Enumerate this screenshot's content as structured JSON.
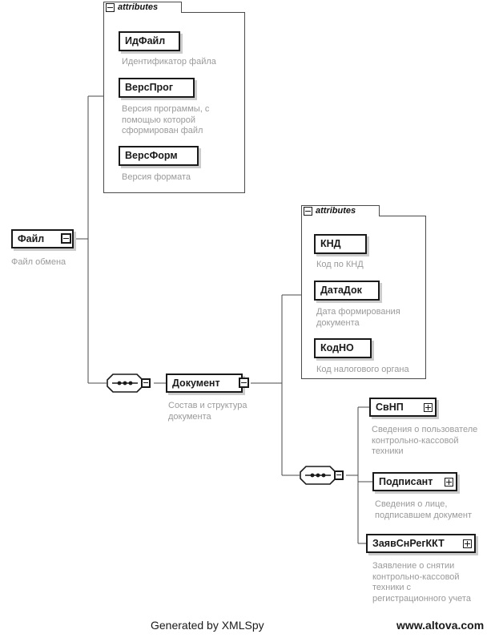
{
  "diagram": {
    "type": "xml-schema-tree",
    "generator": "XMLSpy",
    "root": {
      "name": "Файл",
      "annotation": "Файл обмена",
      "toggle": "minus"
    },
    "attribute_groups": [
      {
        "id": "file-attributes",
        "tab_label": "attributes",
        "toggle": "minus",
        "items": [
          {
            "name": "ИдФайл",
            "annotation": "Идентификатор файла"
          },
          {
            "name": "ВерсПрог",
            "annotation": "Версия программы, с\nпомощью которой\nсформирован файл"
          },
          {
            "name": "ВерсФорм",
            "annotation": "Версия формата"
          }
        ]
      },
      {
        "id": "document-attributes",
        "tab_label": "attributes",
        "toggle": "minus",
        "items": [
          {
            "name": "КНД",
            "annotation": "Код по КНД"
          },
          {
            "name": "ДатаДок",
            "annotation": "Дата формирования\nдокумента"
          },
          {
            "name": "КодНО",
            "annotation": "Код налогового органа"
          }
        ]
      }
    ],
    "elements": [
      {
        "name": "Документ",
        "annotation": "Состав и структура\nдокумента",
        "toggle": "minus"
      },
      {
        "name": "СвНП",
        "annotation": "Сведения о пользователе\nконтрольно-кассовой\nтехники",
        "toggle": "plus"
      },
      {
        "name": "Подписант",
        "annotation": "Сведения о лице,\nподписавшем документ",
        "toggle": "plus"
      },
      {
        "name": "ЗаявСнРегККТ",
        "annotation": "Заявление о снятии\nконтрольно-кассовой\nтехники с\nрегистрационного учета",
        "toggle": "plus"
      }
    ],
    "compositors": [
      {
        "id": "sequence-file",
        "kind": "sequence"
      },
      {
        "id": "sequence-document",
        "kind": "sequence"
      }
    ]
  },
  "footer": {
    "left": "Generated by XMLSpy",
    "right": "www.altova.com"
  },
  "colors": {
    "line": "#4a4a4a",
    "node_border": "#1a1a1a",
    "annotation_text": "#9a9a9a",
    "shadow": "#cccccc",
    "background": "#ffffff"
  }
}
